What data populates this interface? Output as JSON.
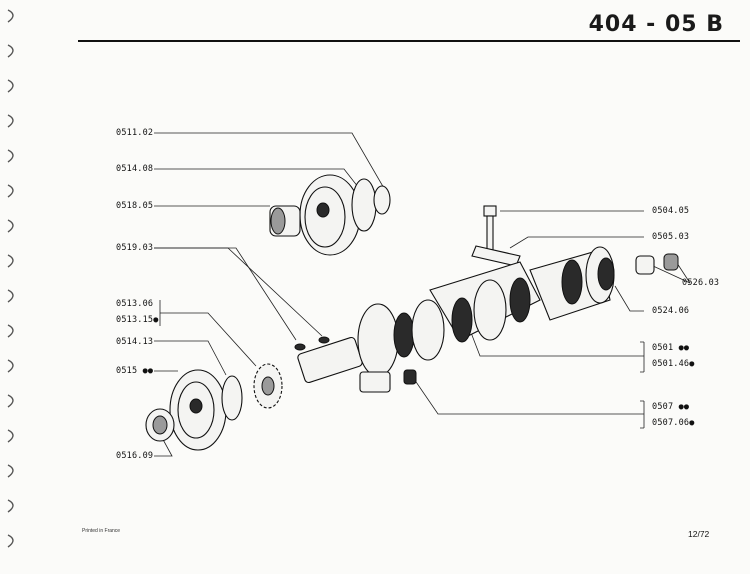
{
  "header": {
    "title": "404 - 05  B"
  },
  "callouts": {
    "c0511_02": "0511.02",
    "c0514_08": "0514.08",
    "c0518_05": "0518.05",
    "c0519_03": "0519.03",
    "c0513_06": "0513.06",
    "c0513_15": "0513.15●",
    "c0514_13": "0514.13",
    "c0515": "0515 ●●",
    "c0516_09": "0516.09",
    "c0504_05": "0504.05",
    "c0505_03": "0505.03",
    "c0526_03": "0526.03",
    "c0524_06": "0524.06",
    "c0501": "0501 ●●",
    "c0501_46": "0501.46●",
    "c0507": "0507 ●●",
    "c0507_06": "0507.06●"
  },
  "footer": {
    "printed": "Printed in France",
    "page": "12/72"
  }
}
